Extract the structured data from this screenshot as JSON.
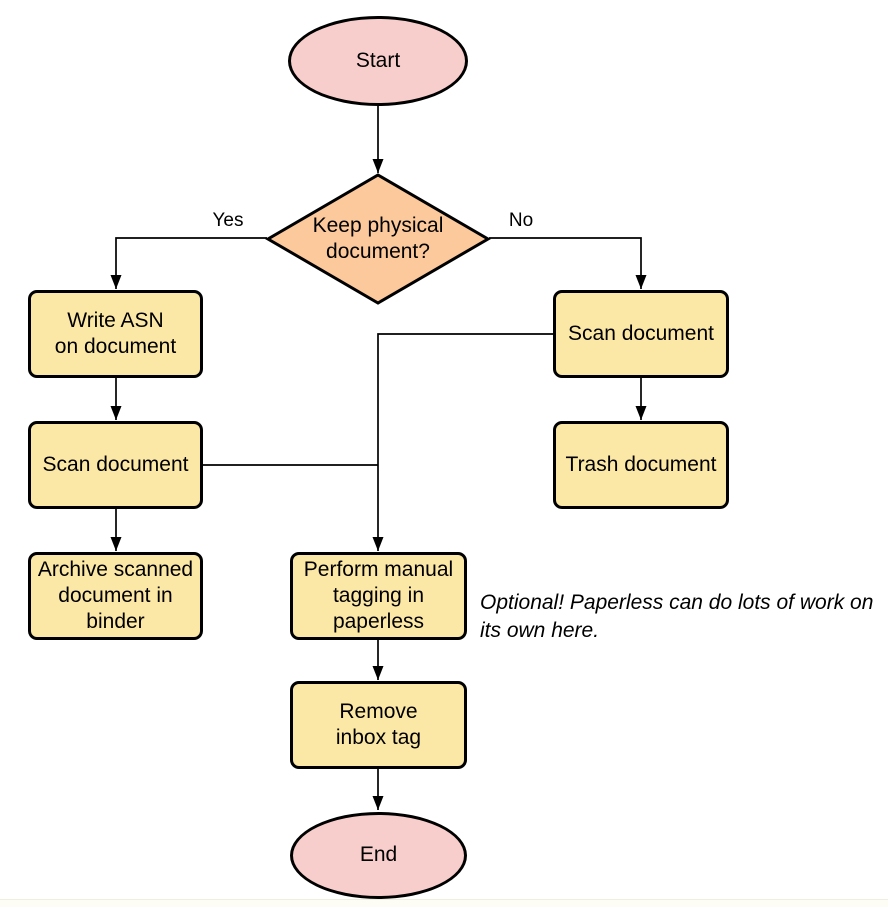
{
  "colors": {
    "terminal_fill": "#f8cecc",
    "decision_fill": "#fcc99c",
    "process_fill": "#fce8a6",
    "stroke": "#000000"
  },
  "nodes": {
    "start": {
      "label": "Start"
    },
    "decision": {
      "label": "Keep physical\ndocument?"
    },
    "write_asn": {
      "label": "Write ASN\non document"
    },
    "scan_left": {
      "label": "Scan document"
    },
    "archive": {
      "label": "Archive scanned\ndocument in\nbinder"
    },
    "scan_right": {
      "label": "Scan document"
    },
    "trash": {
      "label": "Trash document"
    },
    "tagging": {
      "label": "Perform manual\ntagging in\npaperless"
    },
    "remove_inbox": {
      "label": "Remove\ninbox tag"
    },
    "end": {
      "label": "End"
    }
  },
  "edge_labels": {
    "yes": "Yes",
    "no": "No"
  },
  "note": {
    "text": "Optional! Paperless can do lots of work on\nits own here."
  }
}
